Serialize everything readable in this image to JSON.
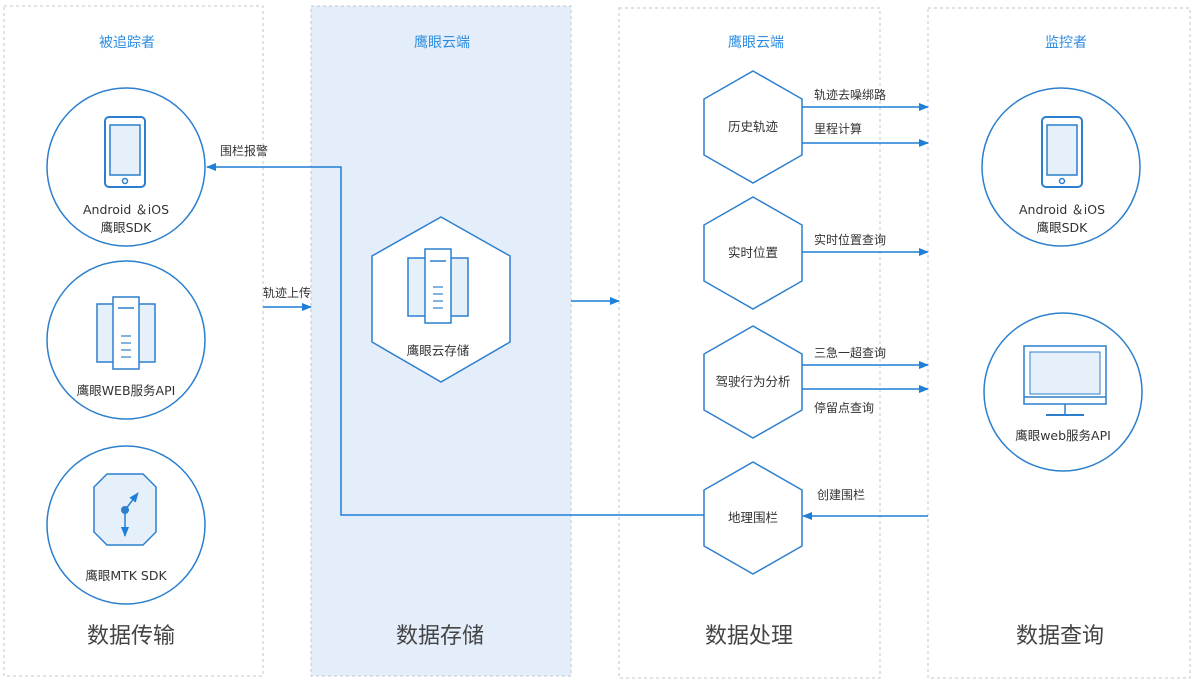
{
  "columns": [
    {
      "header": "被追踪者",
      "footer": "数据传输"
    },
    {
      "header": "鹰眼云端",
      "footer": "数据存储"
    },
    {
      "header": "鹰眼云端",
      "footer": "数据处理"
    },
    {
      "header": "监控者",
      "footer": "数据查询"
    }
  ],
  "sources": {
    "mobile_sdk": {
      "line1": "Android ＆iOS",
      "line2": "鹰眼SDK"
    },
    "web_api": {
      "label": "鹰眼WEB服务API"
    },
    "mtk_sdk": {
      "label": "鹰眼MTK SDK"
    }
  },
  "storage": {
    "label": "鹰眼云存储"
  },
  "processing": {
    "history": "历史轨迹",
    "realtime": "实时位置",
    "driving": "驾驶行为分析",
    "geofence": "地理围栏"
  },
  "consumers": {
    "mobile_sdk": {
      "line1": "Android ＆iOS",
      "line2": "鹰眼SDK"
    },
    "web_api": {
      "label": "鹰眼web服务API"
    }
  },
  "arrows": {
    "fence_alarm": "围栏报警",
    "track_upload": "轨迹上传",
    "denoise": "轨迹去噪绑路",
    "mileage": "里程计算",
    "realtime_query": "实时位置查询",
    "three_urgent": "三急一超查询",
    "stop_point": "停留点查询",
    "create_fence": "创建围栏"
  },
  "colors": {
    "accent": "#1f7fd8",
    "header_text": "#2d8de0",
    "icon_stroke": "#2c7fce",
    "icon_fill": "#e6f0fb",
    "storage_panel": "#e4eefb",
    "panel_border": "#bfc5cc",
    "text": "#333333",
    "footer_text": "#444444"
  }
}
